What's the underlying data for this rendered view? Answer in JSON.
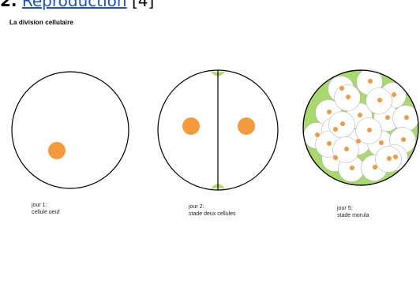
{
  "header": {
    "number": "2.",
    "link_text": "Reproduction",
    "reference": "[4]"
  },
  "diagram": {
    "title": "La division cellulaire",
    "colors": {
      "outline": "#000000",
      "nucleus": "#f39a3a",
      "cytoplasm_fill": "#a8d96b",
      "cell_fill": "#ffffff"
    },
    "stages": [
      {
        "day": "jour 1:",
        "name": "cellule oeuf"
      },
      {
        "day": "jour 2:",
        "name": "stade deux cellules"
      },
      {
        "day": "jour 5:",
        "name": "stade morula"
      }
    ]
  }
}
